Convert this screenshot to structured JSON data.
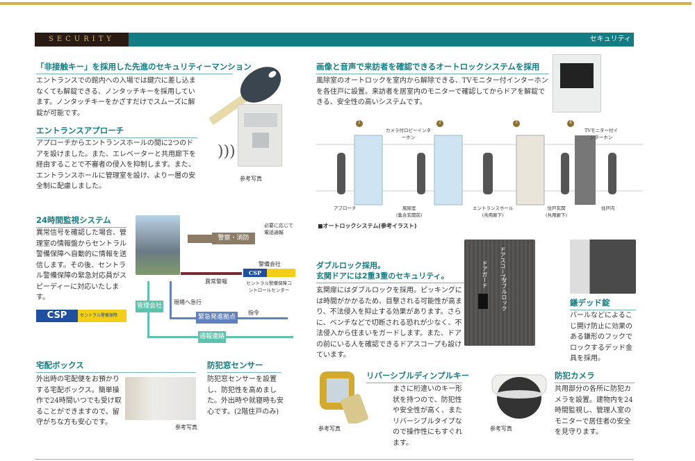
{
  "header": {
    "section_en": "SECURITY",
    "section_jp": "セキュリティ"
  },
  "noncontact": {
    "title": "「非接触キー」を採用した先進のセキュリティーマンション",
    "body": "エントランスでの館内への入場では鍵穴に差し込まなくても解錠できる、ノンタッチキーを採用しています。ノンタッチキーをかざすだけでスムーズに解錠が可能です。",
    "caption": "参考写真"
  },
  "approach": {
    "title": "エントランスアプローチ",
    "body": "アプローチからエントランスホールの間に2つのドアを設けました。また、エレベーターと共用廊下を経由することで不審者の侵入を抑制します。また、エントランスホールに管理室を設け、より一層の安全制に配慮しました。"
  },
  "monitoring": {
    "title": "24時間監視システム",
    "body": "異常信号を確認した場合、管理室の情報盤からセントラル警備保障へ自動的に情報を送信します。その後、セントラル警備保障の緊急対応員がスピーディーに対応いたします。",
    "logo_text": "CSP",
    "logo_sub": "セントラル警備保障",
    "diagram": {
      "police": "警察・消防",
      "phone_note": "必要に応じて電話通報",
      "security_company": "警備会社",
      "alarm": "異常警報",
      "center": "セントラル警備保障コントロールセンター",
      "rush": "現場へ急行",
      "mgmt": "管理会社",
      "base": "緊急発進拠点",
      "order": "指令",
      "report": "通報連絡"
    }
  },
  "autolock": {
    "title": "画像と音声で来訪者を確認できるオートロックシステムを採用",
    "body": "風除室のオートロックを室内から解除できる、TVモニター付インターホンを各住戸に設置。来訪者を居室内のモニターで確認してからドアを解錠できる、安全性の高いシステムです。",
    "illustration": {
      "steps": [
        "1",
        "2",
        "3",
        "4"
      ],
      "zones": [
        "アプローチ",
        "風除室\n(集合玄関前)",
        "エントランスホール\n(共用廊下)",
        "住戸玄関\n(共用廊下)",
        "住戸内"
      ],
      "lobby_intercom": "カメラ付ロビーインターホン",
      "tv_intercom": "TVモニター付インターホン"
    },
    "caption": "■オートロックシステム(参考イラスト)"
  },
  "doublelock": {
    "title1": "ダブルロック採用。",
    "title2": "玄関ドアには2重3重のセキュリティ。",
    "body": "玄関扉にはダブルロックを採用。ピッキングには時間がかかるため、目撃される可能性が高まり、不法侵入を抑止する効果があります。さらに、ベンチなどで切断される恐れが少なく、不法侵入から住まいをガードします。また、ドアの前にいる人を確認できるドアスコープも設けています。",
    "labels": [
      "ドアスコープ",
      "ドアガード",
      "ダブルロック"
    ]
  },
  "deadbolt": {
    "title": "鎌デッド錠",
    "body": "バールなどによるこじ開け防止に効果のある鎌形のフックでロックするデッド金具を採用。"
  },
  "delivery": {
    "title": "宅配ボックス",
    "body": "外出時の宅配便をお預かりする宅配ボックス。簡単操作で24時間いつでも受け取ることができますので、留守がちな方も安心です。",
    "caption": "参考写真"
  },
  "window": {
    "title": "防犯窓センサー",
    "body": "防犯窓センサーを設置し、防犯性を高めました。外出時や就寝時も安心です。(2階住戸のみ)"
  },
  "dimplekey": {
    "title": "リバーシブルディンプルキー",
    "body": "まさに桁違いのキー形状を持つので、防犯性や安全性が高く、またリバーシブルタイプなので操作性にもすぐれます。",
    "caption": "参考写真"
  },
  "camera": {
    "title": "防犯カメラ",
    "body": "共用部分の各所に防犯カメラを設置。建物内を24時間監視し、管理人室のモニターで居住者の安全を見守ります。",
    "caption": "参考写真"
  },
  "colors": {
    "teal": "#137d83",
    "gold": "#d4b04c",
    "dark": "#2a1a14"
  }
}
